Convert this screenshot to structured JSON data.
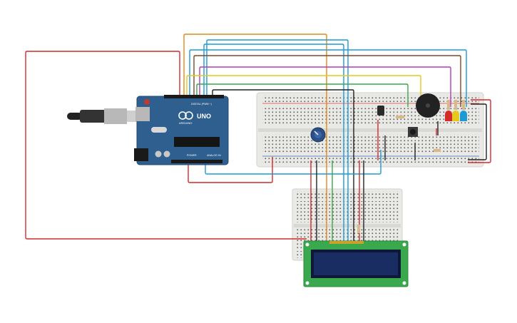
{
  "colors": {
    "background": "#ffffff",
    "board": "#2f5f8f",
    "board_dark": "#1f4a72",
    "breadboard": "#e9e9e6",
    "breadboard_edge": "#d2d2cf",
    "hole": "#555555",
    "lcd_pcb": "#3aa84d",
    "lcd_screen": "#1a2d63",
    "pot": "#2c4f86",
    "buzzer": "#222222",
    "wire_red": "#d42a2a",
    "wire_orange": "#e08a1a",
    "wire_blue": "#1d9ad6",
    "wire_green": "#3aa84d",
    "wire_yellow": "#e6c81e",
    "wire_purple": "#b43cb4",
    "wire_brown": "#7a4a2a",
    "wire_black": "#222222"
  },
  "arduino": {
    "logo_text": "UNO",
    "brand_text": "ARDUINO",
    "digital_label": "DIGITAL (PWM ~)",
    "analog_label": "ANALOG IN",
    "power_label": "POWER"
  },
  "components": {
    "usb_cable_icon": "usb-cable-icon",
    "potentiometer_icon": "potentiometer-icon",
    "buzzer_icon": "piezo-buzzer-icon",
    "pushbutton_icon": "pushbutton-icon",
    "sensor_icon": "sensor-icon",
    "led_colors": [
      "#d42a2a",
      "#e6c81e",
      "#1d9ad6"
    ]
  }
}
